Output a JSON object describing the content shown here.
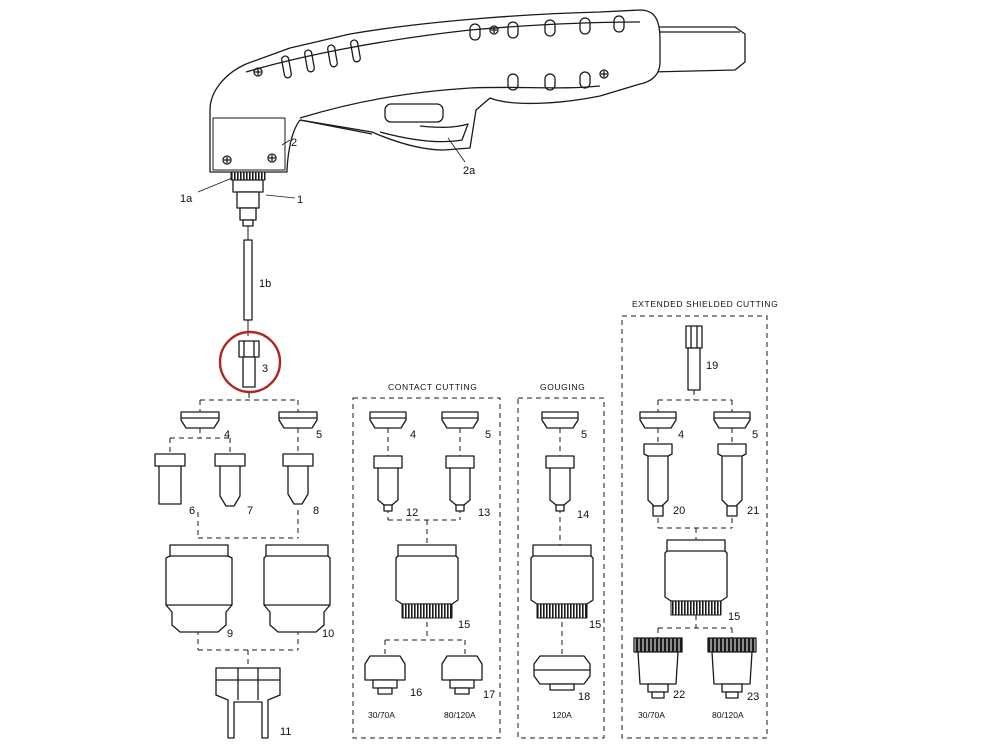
{
  "part_labels": {
    "p1": "1",
    "p1a": "1a",
    "p1b": "1b",
    "p2": "2",
    "p2a": "2a",
    "p3": "3",
    "p4_main": "4",
    "p5_main": "5",
    "p6": "6",
    "p7": "7",
    "p8": "8",
    "p9": "9",
    "p10": "10",
    "p11": "11",
    "p4_contact": "4",
    "p5_contact": "5",
    "p12": "12",
    "p13": "13",
    "p15_contact": "15",
    "p16": "16",
    "p17": "17",
    "p5_gouge": "5",
    "p14": "14",
    "p15_gouge": "15",
    "p18": "18",
    "p19": "19",
    "p4_ext": "4",
    "p5_ext": "5",
    "p20": "20",
    "p21": "21",
    "p15_ext": "15",
    "p22": "22",
    "p23": "23"
  },
  "sections": {
    "contact": "CONTACT CUTTING",
    "gouging": "GOUGING",
    "extended": "EXTENDED SHIELDED CUTTING"
  },
  "amperage": {
    "contact_16": "30/70A",
    "contact_17": "80/120A",
    "gouge_18": "120A",
    "ext_22": "30/70A",
    "ext_23": "80/120A"
  },
  "colors": {
    "line": "#1a1a1a",
    "highlight_circle": "#b3261e",
    "fill": "#ffffff"
  }
}
